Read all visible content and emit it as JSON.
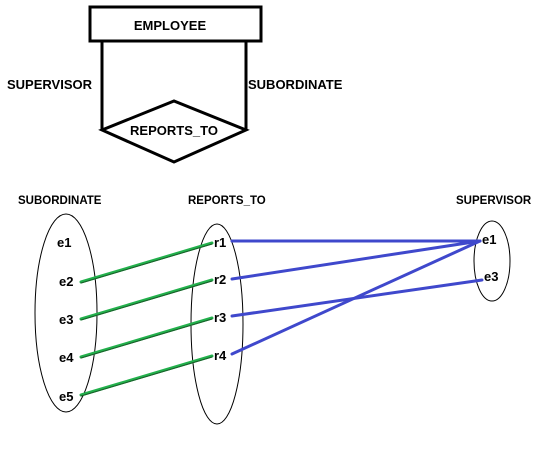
{
  "er_diagram": {
    "entity": "EMPLOYEE",
    "relationship": "REPORTS_TO",
    "role_left": "SUPERVISOR",
    "role_right": "SUBORDINATE"
  },
  "instance_diagram": {
    "sets": {
      "subordinate": {
        "title": "SUBORDINATE",
        "items": [
          "e1",
          "e2",
          "e3",
          "e4",
          "e5"
        ]
      },
      "reports_to": {
        "title": "REPORTS_TO",
        "items": [
          "r1",
          "r2",
          "r3",
          "r4"
        ]
      },
      "supervisor": {
        "title": "SUPERVISOR",
        "items": [
          "e1",
          "e3"
        ]
      }
    },
    "subordinate_links": [
      {
        "from": "e2",
        "to": "r1"
      },
      {
        "from": "e3",
        "to": "r2"
      },
      {
        "from": "e4",
        "to": "r3"
      },
      {
        "from": "e5",
        "to": "r4"
      }
    ],
    "supervisor_links": [
      {
        "from": "r1",
        "to": "e1"
      },
      {
        "from": "r2",
        "to": "e1"
      },
      {
        "from": "r3",
        "to": "e3"
      },
      {
        "from": "r4",
        "to": "e1"
      }
    ],
    "colors": {
      "subordinate_link": "#22b14c",
      "supervisor_link": "#3f48cc"
    }
  }
}
